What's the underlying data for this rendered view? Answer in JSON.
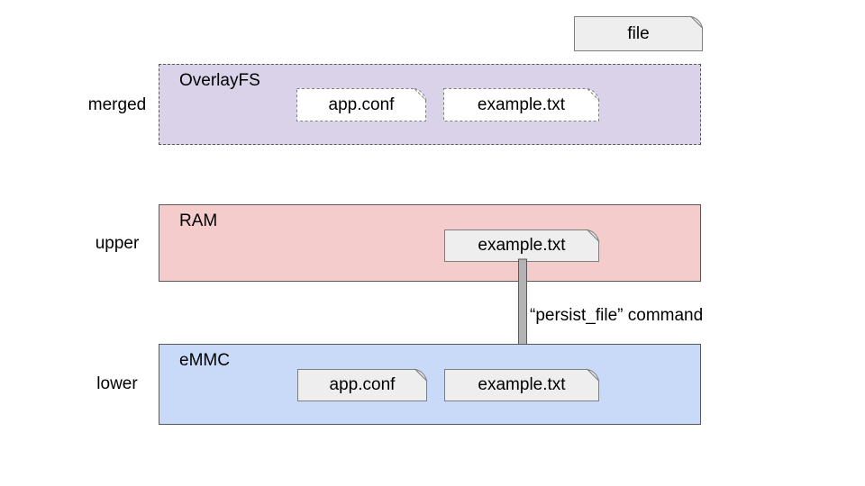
{
  "legend": {
    "label": "file"
  },
  "rows": [
    {
      "side_label": "merged",
      "title": "OverlayFS",
      "files": [
        "app.conf",
        "example.txt"
      ]
    },
    {
      "side_label": "upper",
      "title": "RAM",
      "files": [
        "example.txt"
      ]
    },
    {
      "side_label": "lower",
      "title": "eMMC",
      "files": [
        "app.conf",
        "example.txt"
      ]
    }
  ],
  "arrow": {
    "label": "“persist_file” command"
  },
  "colors": {
    "overlay_fill": "#d9d2e9",
    "ram_fill": "#f4cccc",
    "emmc_fill": "#c9daf8",
    "file_fill": "#eeeeee",
    "file_white_fill": "#ffffff",
    "file_border": "#7f7f7f",
    "solid_border": "#595959",
    "arrow_fill": "#b3b3b3",
    "text_color": "#000000"
  }
}
